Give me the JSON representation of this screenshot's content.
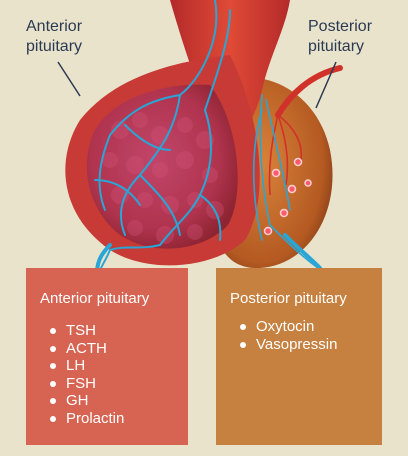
{
  "labels": {
    "anterior": [
      "Anterior",
      "pituitary"
    ],
    "posterior": [
      "Posterior",
      "pituitary"
    ]
  },
  "panels": {
    "anterior": {
      "title": "Anterior pituitary",
      "items": [
        "TSH",
        "ACTH",
        "LH",
        "FSH",
        "GH",
        "Prolactin"
      ]
    },
    "posterior": {
      "title": "Posterior pituitary",
      "items": [
        "Oxytocin",
        "Vasopressin"
      ]
    }
  },
  "colors": {
    "background": "#eae3cc",
    "anterior_panel": "#d76452",
    "posterior_panel": "#c6803f",
    "vessel": "#2aa6d6",
    "artery": "#d0322a"
  }
}
